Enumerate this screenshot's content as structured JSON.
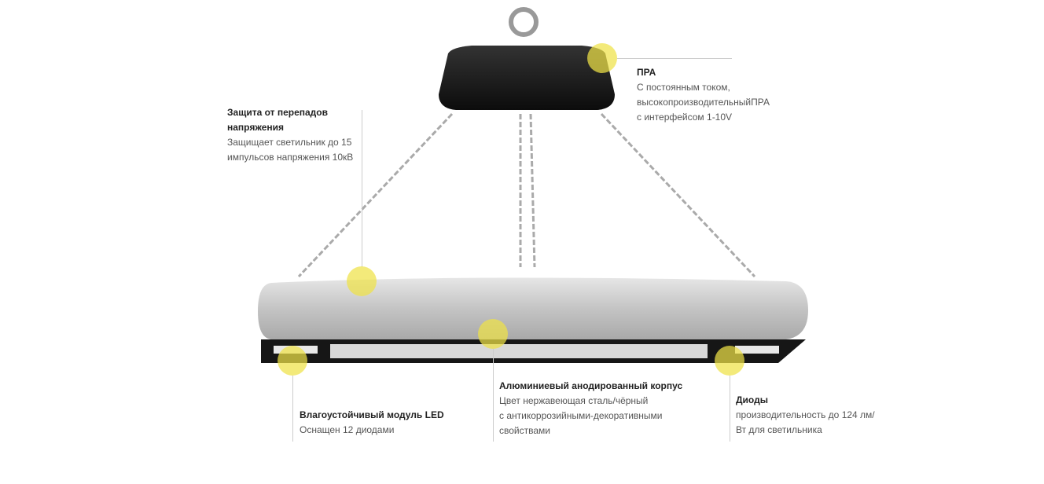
{
  "features": [
    {
      "title": "Защита от перепадов напряжения",
      "lines": [
        "Защищает светильник до 15",
        "импульсов напряжения 10кВ"
      ]
    },
    {
      "title": "ПРА",
      "lines": [
        "С постоянным током,",
        "высокопроизводительныйПРА",
        "с интерфейсом 1-10V"
      ]
    },
    {
      "title": "Влагоустойчивый модуль LED",
      "lines": [
        "Оснащен 12 диодами"
      ]
    },
    {
      "title": "Алюминиевый анодированный корпус",
      "lines": [
        "Цвет нержавеющая сталь/чёрный",
        "с антикоррозийными-декоративными",
        "свойствами"
      ]
    },
    {
      "title": "Диоды",
      "lines": [
        "производительность до 124 лм/",
        "Вт для светильника"
      ]
    }
  ],
  "colors": {
    "hotspot": "#eee246",
    "line": "#cccccc"
  }
}
